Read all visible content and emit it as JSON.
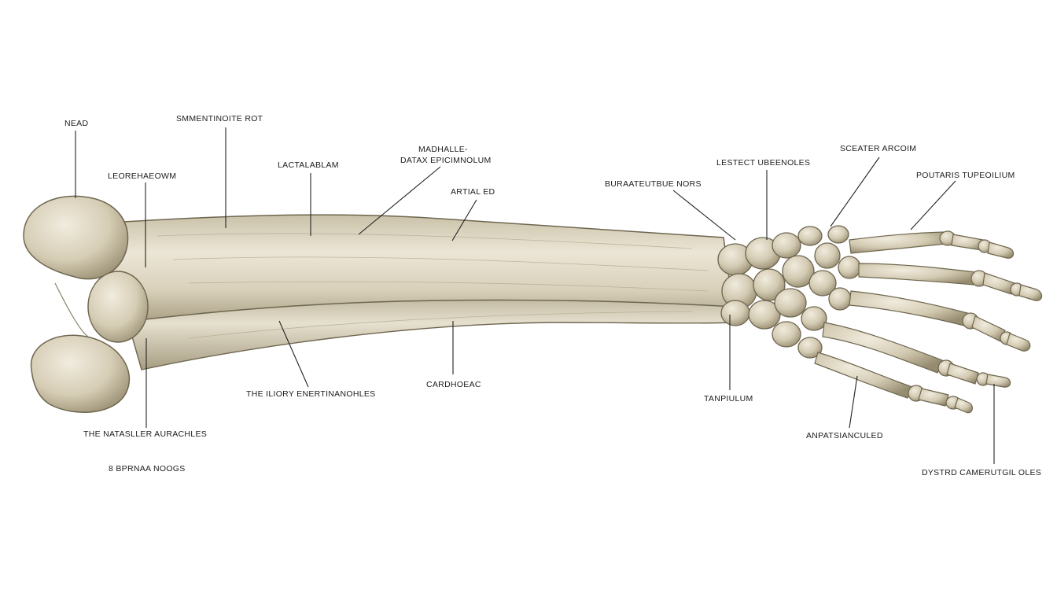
{
  "colors": {
    "bone_fill": "#d9d2bd",
    "bone_light": "#ece6d6",
    "bone_shadow": "#a89e83",
    "outline": "#6e664f",
    "leader": "#222222",
    "label_text": "#1c1c1c",
    "background": "#ffffff"
  },
  "labels": {
    "nead": "NEAD",
    "smmentinoite_rot": "SMMENTINOITE ROT",
    "leorehaeowm": "LEOREHAEOWM",
    "lactalablam": "LACTALABLAM",
    "madhalle_1": "MADHALLE-",
    "madhalle_2": "DATAX EPICIMNOLUM",
    "artial_ed": "ARTIAL ED",
    "buraateutbue_nors": "BURAATEUTBUE NORS",
    "lestect_ubeenoles": "LESTECT UBEENOLES",
    "sceater_arcoim": "SCEATER ARCOIM",
    "poutaris_tupeoilium": "POUTARIS TUPEOILIUM",
    "iliory_enertinanohles": "THE ILIORY ENERTINANOHLES",
    "cardhoeac": "CARDHOEAC",
    "tanpiulum": "TANPIULUM",
    "anpatsianculed": "ANPATSIANCULED",
    "natasller_aurachles": "THE NATASLLER AURACHLES",
    "bprnaa_noogs": "8 BPRNAA NOOGS",
    "dystrd_camerutgil": "DYSTRD CAMERUTGIL OLES"
  }
}
